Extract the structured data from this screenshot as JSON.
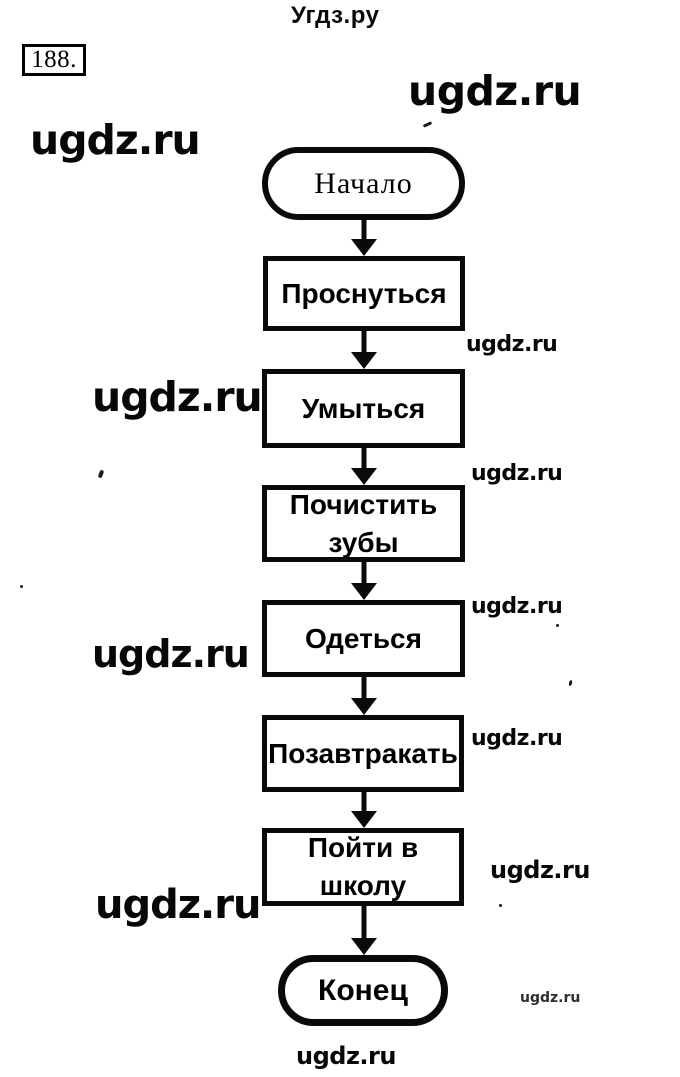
{
  "page": {
    "site_header": "Угдз.ру",
    "task_number": "188.",
    "background_color": "#ffffff",
    "ink_color": "#000000"
  },
  "watermark": {
    "text": "ugdz.ru",
    "count": 12
  },
  "flowchart": {
    "type": "flowchart",
    "direction": "top-down",
    "nodes": [
      {
        "id": "start",
        "shape": "terminator",
        "label": "Начало"
      },
      {
        "id": "wake-up",
        "shape": "process",
        "label": "Проснуться"
      },
      {
        "id": "wash",
        "shape": "process",
        "label": "Умыться"
      },
      {
        "id": "brush-teeth",
        "shape": "process",
        "label": "Почистить\nзубы"
      },
      {
        "id": "get-dressed",
        "shape": "process",
        "label": "Одеться"
      },
      {
        "id": "breakfast",
        "shape": "process",
        "label": "Позавтракать"
      },
      {
        "id": "go-to-school",
        "shape": "process",
        "label": "Пойти в\nшколу"
      },
      {
        "id": "end",
        "shape": "terminator",
        "label": "Конец"
      }
    ],
    "edges": [
      {
        "from": "start",
        "to": "wake-up"
      },
      {
        "from": "wake-up",
        "to": "wash"
      },
      {
        "from": "wash",
        "to": "brush-teeth"
      },
      {
        "from": "brush-teeth",
        "to": "get-dressed"
      },
      {
        "from": "get-dressed",
        "to": "breakfast"
      },
      {
        "from": "breakfast",
        "to": "go-to-school"
      },
      {
        "from": "go-to-school",
        "to": "end"
      }
    ]
  }
}
